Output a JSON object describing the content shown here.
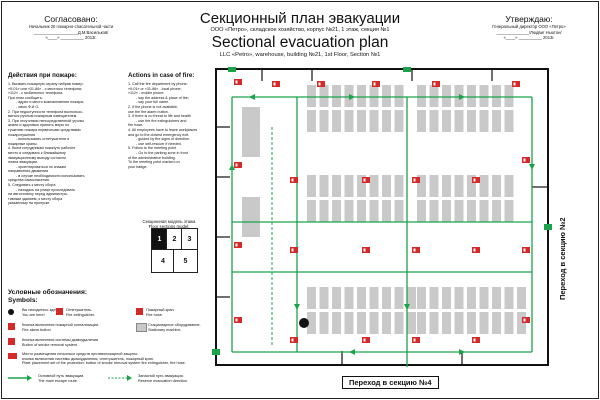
{
  "header_left": {
    "approved": "Согласовано:",
    "role": "Начальник 20 пожарно-спасательной части",
    "name": "___________________Д.М.Васильков/",
    "date": "«____» __________ 2013г."
  },
  "header_right": {
    "approved": "Утверждаю:",
    "role": "Генеральный директор ООО «Петро»",
    "name": "______________/Людвиг Ньютон/",
    "date": "«____» __________ 2013г."
  },
  "title": {
    "ru": "Секционный план эвакуации",
    "ru_sub": "ООО «Петро»,  складское хозяйство, корпус №21, 1 этаж, секция №1",
    "en": "Sectional evacuation plan",
    "en_sub": "LLC «Petro», warehouse, building №21, 1st Floor, Section №1"
  },
  "actions_ru": {
    "heading": "Действия при пожаре:",
    "items": [
      "1. Вызвать пожарную охрану набрав номер:",
      "«9-01» или «31-86» - с местного телефона;",
      "«112» - с мобильного телефона.",
      "При этом сообщить:",
      "- адрес и место возникновения пожара;",
      "- свою Ф.И.О.",
      "2. При недоступности телефона воспользо-",
      "ваться ручным пожарным извещателем.",
      "3. При отсутствии непосредственной угрозы",
      "жизни и здоровью принять меры по",
      "тушению пожара первичными средствами",
      "пожаротушения",
      "- использовать огнетушители и",
      "пожарные краны.",
      "4. Всем сотрудникам покинуть рабочее",
      "место и следовать к ближайшему",
      "эвакуационному выходу согласно",
      "плана эвакуации.",
      "- ориентироваться по знакам",
      "направления движения",
      "- в случае необходимости использовать",
      "средства самоспасения.",
      "5. Следовать к месту сбора",
      "- находясь на улице проследовать",
      "на автостоянку перед администра-",
      "тивным зданием, к месту сбора",
      "указанному на пропуске"
    ]
  },
  "actions_en": {
    "heading": "Actions in case of fire:",
    "items": [
      "1. Call the fire department by phone:",
      "«9-01» or «31-86» - local phone;",
      "«112» - mobile phone.",
      "- say the address & place of fire;",
      "- say your full name.",
      "2. If the phone is not available,",
      "use the fire alarm button.",
      "3. If there is no threat to life and health",
      "- use the fire extinguishers and",
      "fire hose.",
      "4. All employees have to leave workplaces",
      "and go to the closest emergency exit.",
      "- guided by the signs of direction.",
      "- use self-rescuer if needed.",
      "5. Follow to the meeting point",
      "- Go to the parking zone in front",
      "of the administrative building.",
      "To the meeting point marked on",
      "your badge."
    ]
  },
  "model": {
    "title_ru": "Секционная модель этажа",
    "title_en": "Floor sections model:",
    "cells": [
      "1",
      "2",
      "3",
      "4",
      "5"
    ]
  },
  "legend": {
    "title_ru": "Условные обозначения:",
    "title_en": "Symbols:",
    "items": [
      {
        "ru": "Вы находитесь здесь!",
        "en": "You are here!"
      },
      {
        "ru": "Огнетушитель.",
        "en": "Fire extinguisher."
      },
      {
        "ru": "Пожарный кран.",
        "en": "Fire hose."
      },
      {
        "ru": "Кнопка включения пожарной сигнализации.",
        "en": "Fire alarm button"
      },
      {
        "ru": "Стационарное оборудование.",
        "en": "Stationary machine."
      },
      {
        "ru": "Кнопка включения системы дымоудаления",
        "en": "Button of smoke removal system."
      },
      {
        "ru": "Место размещения несколько средств противопожарной защиты:",
        "en": "кнопка включения системы дымоудаления, огнетушитель, пожарный кран."
      },
      {
        "ru": "Основной путь эвакуации.",
        "en": "The main escape route."
      },
      {
        "ru": "Запасной путь эвакуации.",
        "en": "Reserve evacuation direction."
      }
    ],
    "multi_en": "Plate placement set of the protection: button of smoke removal system fire extinguisher, fire hose."
  },
  "plan": {
    "section_right": "Переход в секцию №2",
    "section_bottom": "Переход в секцию №4"
  },
  "colors": {
    "green": "#1aa34a",
    "red": "#d42a2a",
    "rack": "#c9c9c9",
    "wall": "#111111"
  }
}
